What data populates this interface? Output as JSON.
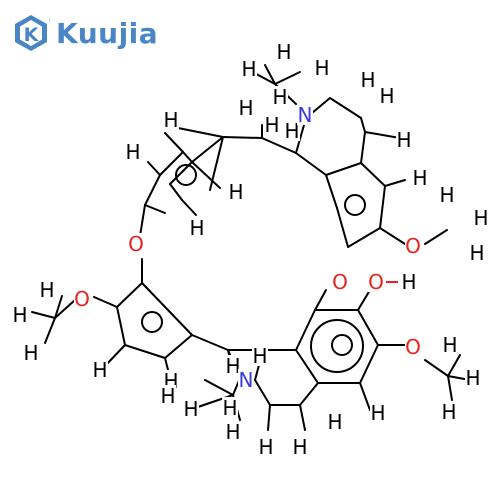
{
  "logo": {
    "text": "Kuujia",
    "badge_letter": "K",
    "registered_mark": "®",
    "color": "#4a86c5"
  },
  "colors": {
    "bond": "#000000",
    "hydrogen": "#000000",
    "oxygen": "#e8221f",
    "nitrogen": "#3a3ae0"
  },
  "atoms": {
    "hydrogen_label": "H",
    "oxygen_label": "O",
    "nitrogen_label": "N",
    "hydroxyl_label": "O-H",
    "hydroxyl_H": "H"
  }
}
